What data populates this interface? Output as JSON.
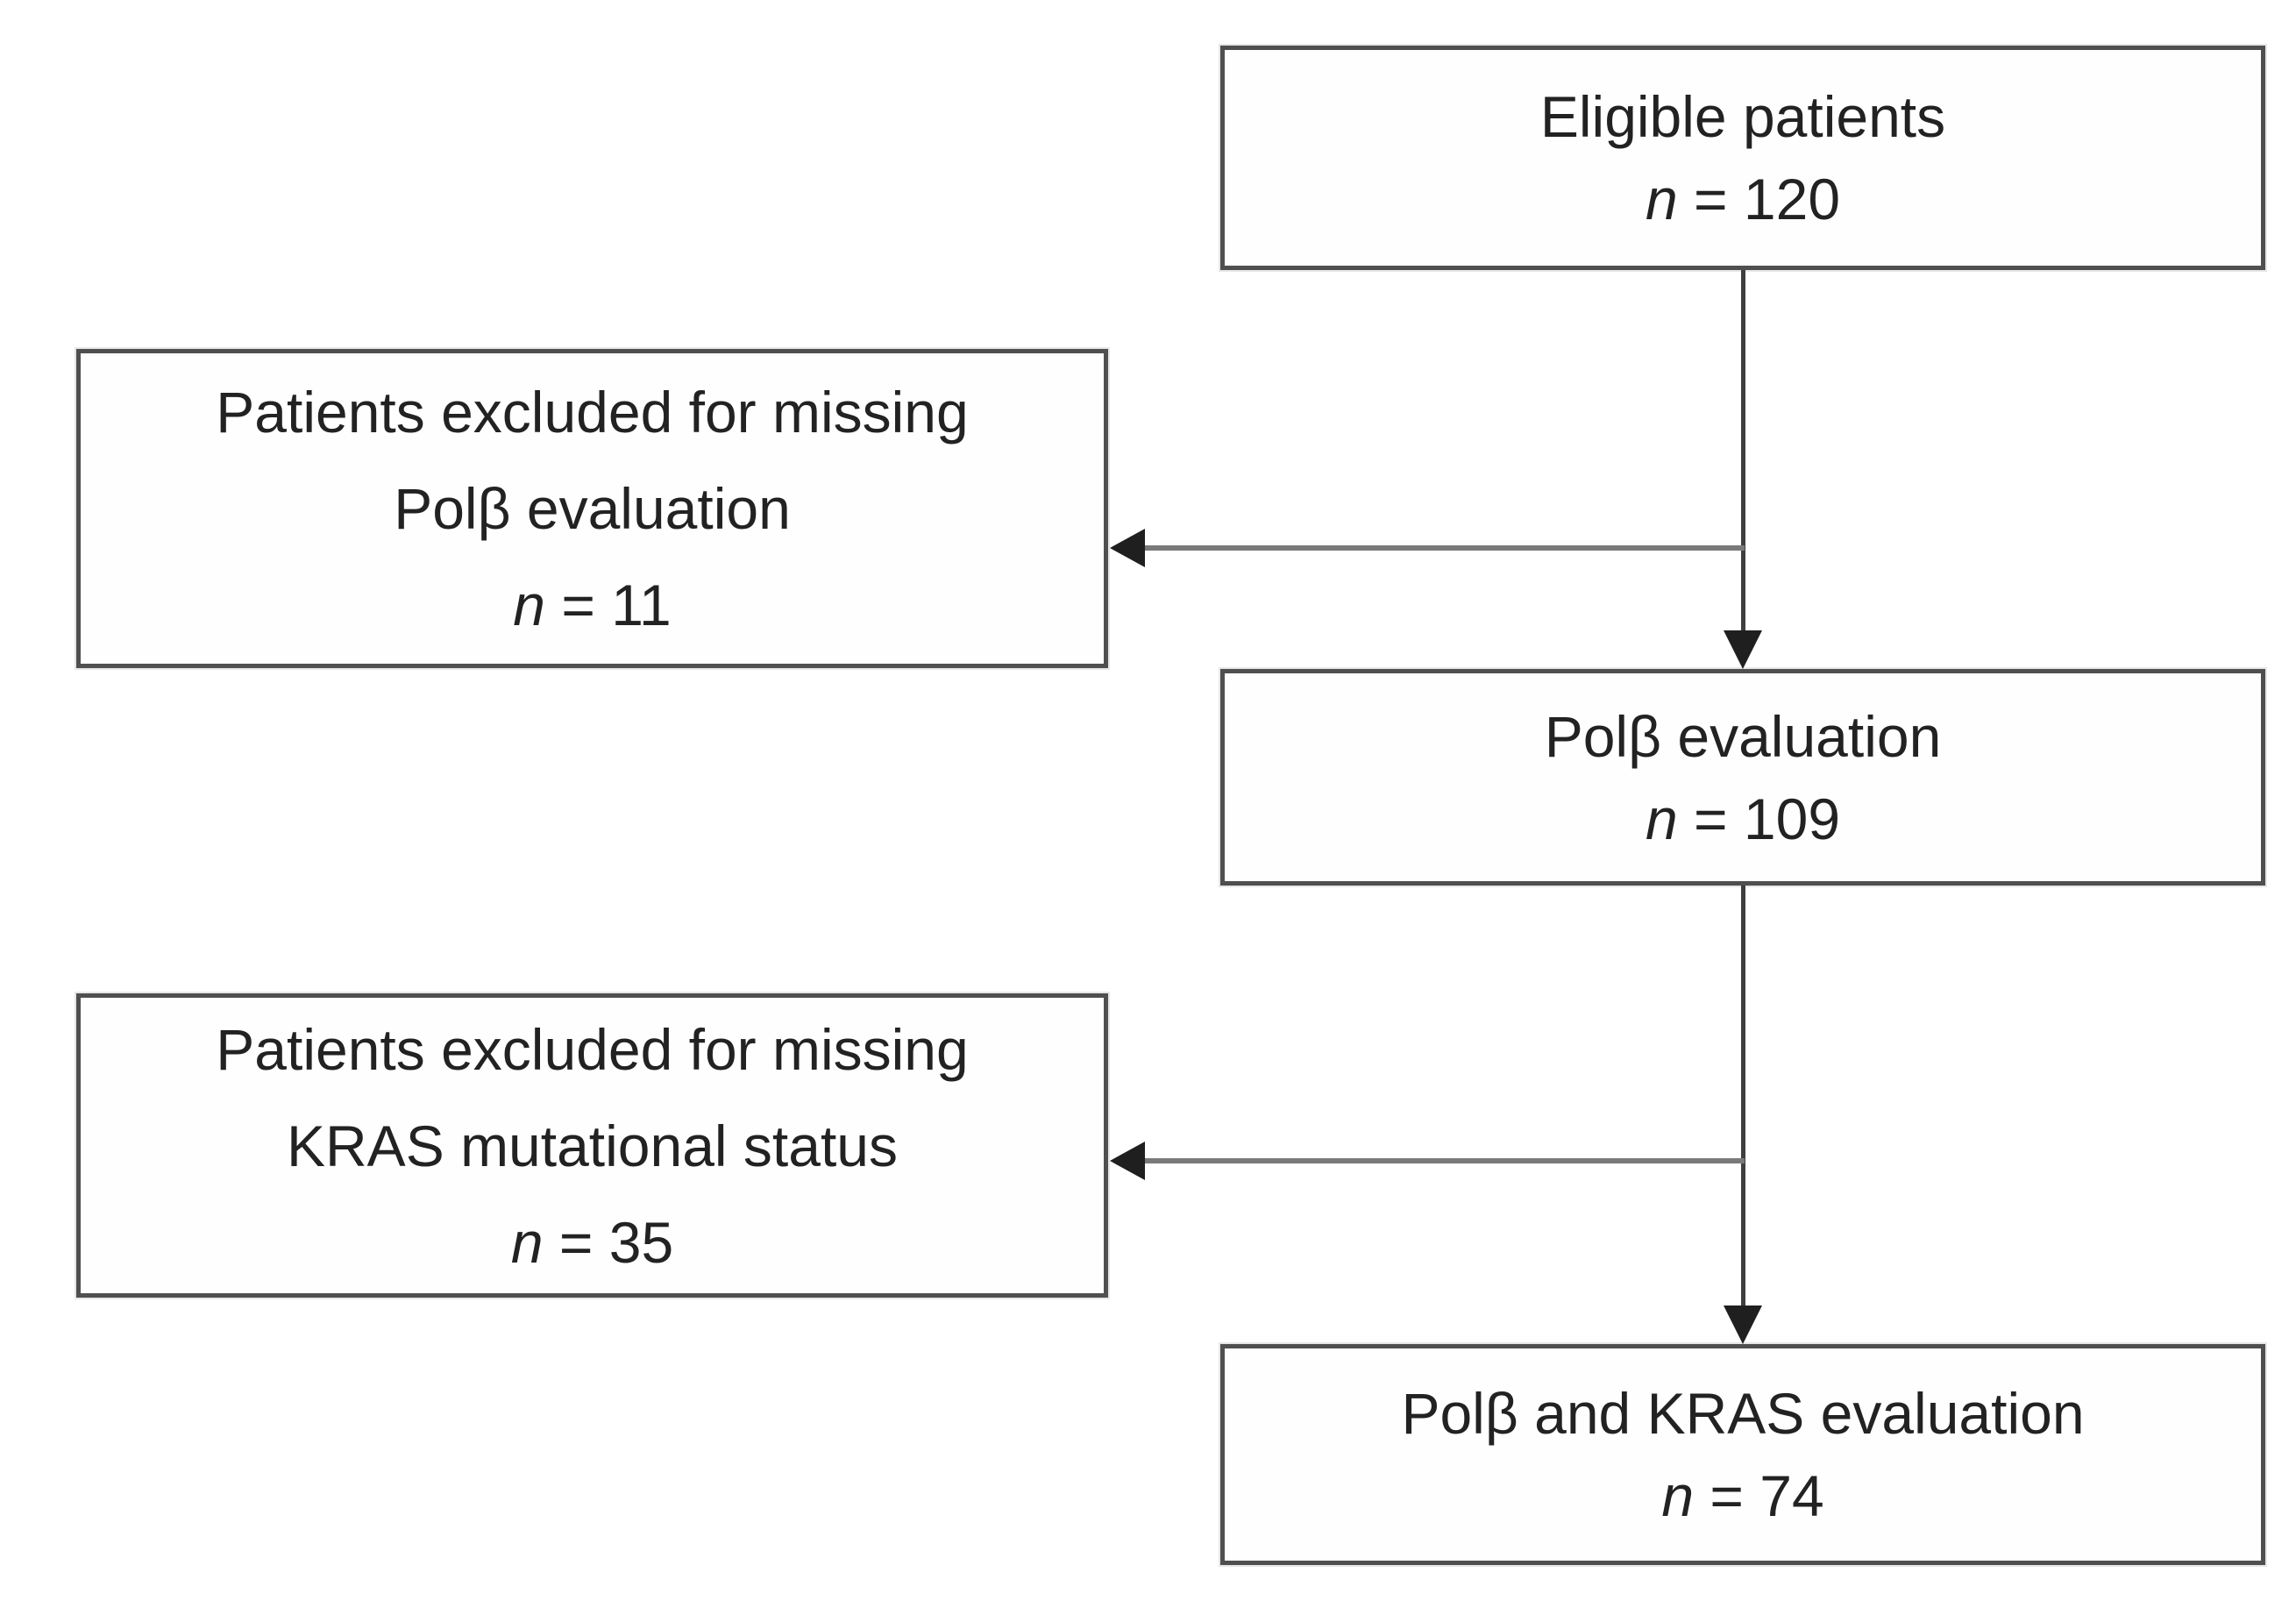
{
  "diagram_type": "patient-flow-chart",
  "colors": {
    "background": "#ffffff",
    "box_border": "#4f4f4f",
    "box_fill": "#fefefe",
    "text": "#222222",
    "connector": "#7a7a7a",
    "connector_dark": "#3f3f3f",
    "arrowhead": "#1f1f1f"
  },
  "boxes": {
    "eligible": {
      "line1": "Eligible patients",
      "n_italic": "n",
      "n_rest": " = 120"
    },
    "excluded_polb": {
      "line1": "Patients excluded for missing",
      "line2": "Polβ evaluation",
      "n_italic": "n",
      "n_rest": " = 11"
    },
    "polb_eval": {
      "line1": "Polβ evaluation",
      "n_italic": "n",
      "n_rest": " = 109"
    },
    "excluded_kras": {
      "line1": "Patients excluded for missing",
      "line2": "KRAS mutational status",
      "n_italic": "n",
      "n_rest": " = 35"
    },
    "polb_kras_eval": {
      "line1": "Polβ and KRAS evaluation",
      "n_italic": "n",
      "n_rest": " = 74"
    }
  },
  "flow": {
    "edges": [
      {
        "from": "eligible",
        "to": "polb_eval",
        "type": "arrow-down"
      },
      {
        "from": "eligible",
        "to": "excluded_polb",
        "type": "arrow-left-branch"
      },
      {
        "from": "polb_eval",
        "to": "polb_kras_eval",
        "type": "arrow-down"
      },
      {
        "from": "polb_eval",
        "to": "excluded_kras",
        "type": "arrow-left-branch"
      }
    ]
  }
}
